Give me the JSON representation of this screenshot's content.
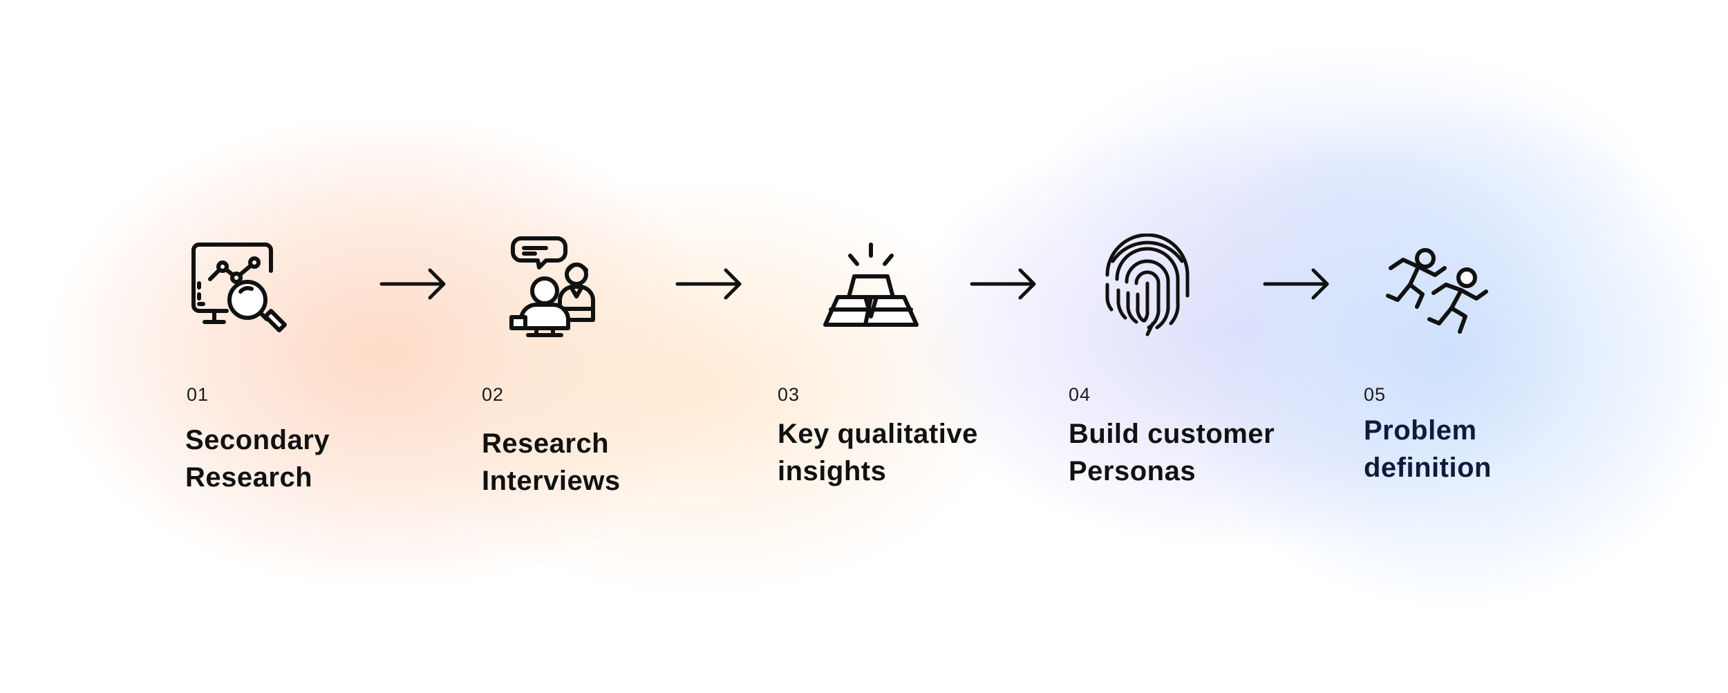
{
  "diagram": {
    "steps": [
      {
        "number": "01",
        "title_line1": "Secondary",
        "title_line2": "Research",
        "icon": "analytics-search-icon"
      },
      {
        "number": "02",
        "title_line1": "Research",
        "title_line2": "Interviews",
        "icon": "interview-icon"
      },
      {
        "number": "03",
        "title_line1": "Key qualitative",
        "title_line2": "insights",
        "icon": "gold-bars-icon"
      },
      {
        "number": "04",
        "title_line1": "Build customer",
        "title_line2": "Personas",
        "icon": "fingerprint-icon"
      },
      {
        "number": "05",
        "title_line1": "Problem",
        "title_line2": "definition",
        "icon": "running-people-icon"
      }
    ],
    "arrow_icon": "right-arrow-icon",
    "colors": {
      "text": "#111111",
      "last_title": "#0f1b3d",
      "glow_warm": "#fdcfb4",
      "glow_cool": "#c8defc"
    }
  }
}
